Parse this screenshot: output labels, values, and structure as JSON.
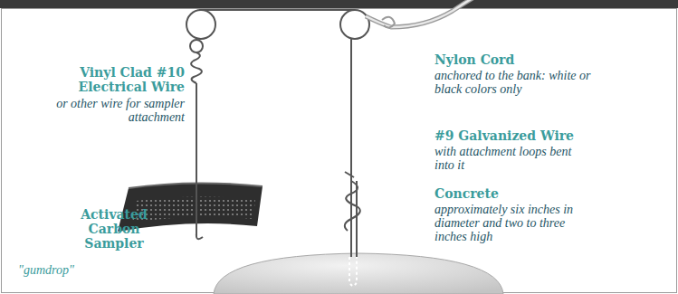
{
  "diagram": {
    "labels": [
      "Vinyl Clad #10 Electrical Wire",
      "or other wire for sampler attachment",
      "Activated Carbon Sampler",
      "\"gumdrop\"",
      "Nylon Cord",
      "anchored to the bank: white or black colors only",
      "#9 Galvanized Wire",
      "with attachment loops bent into it",
      "Concrete",
      "approximately six inches in diameter and two to three inches high"
    ]
  }
}
